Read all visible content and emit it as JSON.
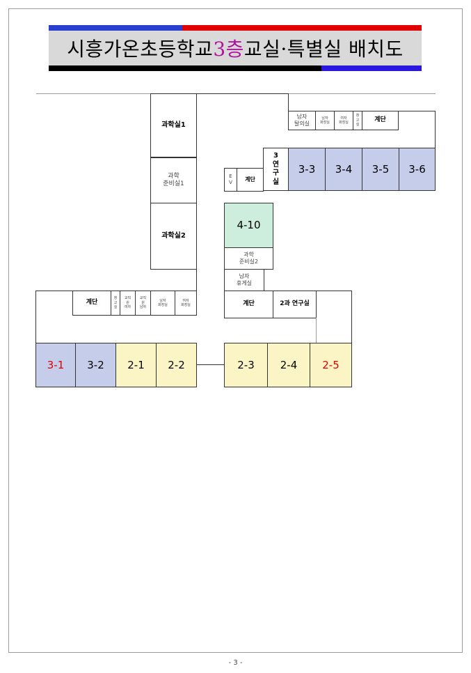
{
  "title": {
    "prefix": "시흥가온초등학교 ",
    "floor": "3층",
    "suffix": " 교실·특별실 배치도"
  },
  "colors": {
    "blue_room": "#c5cdea",
    "yellow_room": "#fbf5c6",
    "green_room": "#cdeedd",
    "title_accent": "#b0149c",
    "red_label": "#e00000"
  },
  "rooms": {
    "science1": "과학실1",
    "science_prep1": "과학\n준비실1",
    "science2": "과학실2",
    "male_changing": "남자\n탈의실",
    "male_restroom_right": "남자\n화장실",
    "female_restroom_right": "여자\n화장실",
    "storage_right": "창\n고\n실",
    "stairs_right": "계단",
    "research_3": "3\n연\n구\n실",
    "r3_3": "3-3",
    "r3_4": "3-4",
    "r3_5": "3-5",
    "r3_6": "3-6",
    "ev": "E\nV",
    "stairs_ev": "계단",
    "r4_10": "4-10",
    "science_prep2": "과학\n준비실2",
    "male_lounge": "남자\n휴게실",
    "stairs_left": "계단",
    "storage_left": "창\n고\n실",
    "staff_female": "교직\n원\n여자",
    "staff_male": "교직\n원\n남자",
    "male_restroom_left": "남자\n화장실",
    "female_restroom_left": "여자\n화장실",
    "stairs_mid": "계단",
    "research_2": "2과 연구실",
    "r3_1": "3-1",
    "r3_2": "3-2",
    "r2_1": "2-1",
    "r2_2": "2-2",
    "r2_3": "2-3",
    "r2_4": "2-4",
    "r2_5": "2-5"
  },
  "page_number": "- 3 -"
}
